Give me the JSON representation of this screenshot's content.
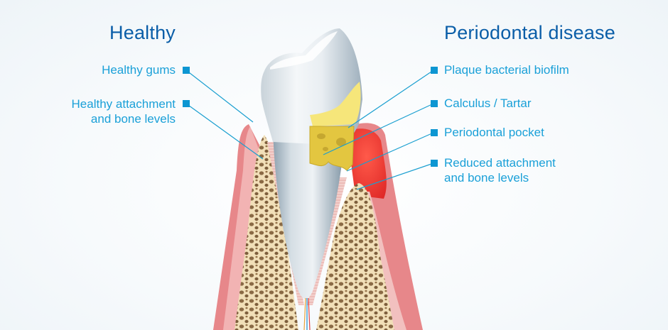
{
  "diagram": {
    "title_left": "Healthy",
    "title_right": "Periodontal disease",
    "left_labels": [
      {
        "text": "Healthy gums"
      },
      {
        "text": "Healthy attachment\nand bone levels"
      }
    ],
    "right_labels": [
      {
        "text": "Plaque bacterial biofilm"
      },
      {
        "text": "Calculus / Tartar"
      },
      {
        "text": "Periodontal pocket"
      },
      {
        "text": "Reduced attachment\nand bone levels"
      }
    ],
    "colors": {
      "heading": "#0b5ea8",
      "label": "#1aa0d8",
      "marker": "#0d96d2",
      "leader_line": "#1a9fd0",
      "gum": "#e7878a",
      "gum_inflamed": "#e8312f",
      "bone": "#f1dfb8",
      "bone_pores": "#8a6a45",
      "tooth": "#e6ecf0",
      "plaque": "#f6e67a",
      "calculus": "#e3c640"
    }
  }
}
